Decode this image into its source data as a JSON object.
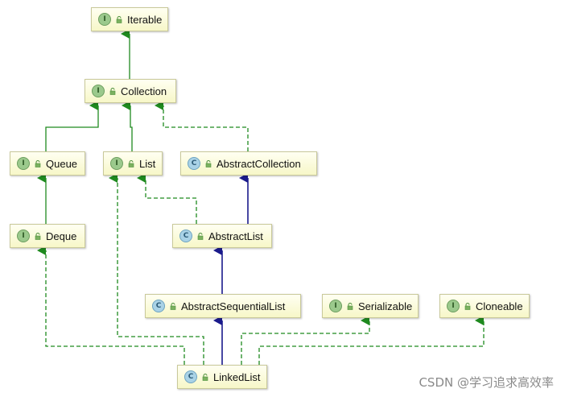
{
  "nodes": [
    {
      "id": "iterable",
      "kind": "interface",
      "badge": "I",
      "label": "Iterable"
    },
    {
      "id": "collection",
      "kind": "interface",
      "badge": "I",
      "label": "Collection"
    },
    {
      "id": "queue",
      "kind": "interface",
      "badge": "I",
      "label": "Queue"
    },
    {
      "id": "list",
      "kind": "interface",
      "badge": "I",
      "label": "List"
    },
    {
      "id": "abstractcollection",
      "kind": "class",
      "badge": "C",
      "label": "AbstractCollection"
    },
    {
      "id": "deque",
      "kind": "interface",
      "badge": "I",
      "label": "Deque"
    },
    {
      "id": "abstractlist",
      "kind": "class",
      "badge": "C",
      "label": "AbstractList"
    },
    {
      "id": "abstractsequentiallist",
      "kind": "class",
      "badge": "C",
      "label": "AbstractSequentialList"
    },
    {
      "id": "serializable",
      "kind": "interface",
      "badge": "I",
      "label": "Serializable"
    },
    {
      "id": "cloneable",
      "kind": "interface",
      "badge": "I",
      "label": "Cloneable"
    },
    {
      "id": "linkedlist",
      "kind": "class",
      "badge": "C",
      "label": "LinkedList"
    }
  ],
  "edges": [
    {
      "from": "collection",
      "to": "iterable",
      "type": "extends"
    },
    {
      "from": "queue",
      "to": "collection",
      "type": "extends"
    },
    {
      "from": "list",
      "to": "collection",
      "type": "extends"
    },
    {
      "from": "abstractcollection",
      "to": "collection",
      "type": "implements"
    },
    {
      "from": "deque",
      "to": "queue",
      "type": "extends"
    },
    {
      "from": "abstractlist",
      "to": "list",
      "type": "implements"
    },
    {
      "from": "abstractlist",
      "to": "abstractcollection",
      "type": "inherits"
    },
    {
      "from": "abstractsequentiallist",
      "to": "abstractlist",
      "type": "inherits"
    },
    {
      "from": "linkedlist",
      "to": "abstractsequentiallist",
      "type": "inherits"
    },
    {
      "from": "linkedlist",
      "to": "deque",
      "type": "implements"
    },
    {
      "from": "linkedlist",
      "to": "list",
      "type": "implements"
    },
    {
      "from": "linkedlist",
      "to": "serializable",
      "type": "implements"
    },
    {
      "from": "linkedlist",
      "to": "cloneable",
      "type": "implements"
    }
  ],
  "colors": {
    "extends": "#1f8a1f",
    "implements": "#1f8a1f",
    "inherits": "#1a1a8c",
    "node_fill": "#f7f7c8",
    "node_border": "#c9c99a"
  },
  "watermark": "CSDN @学习追求高效率"
}
